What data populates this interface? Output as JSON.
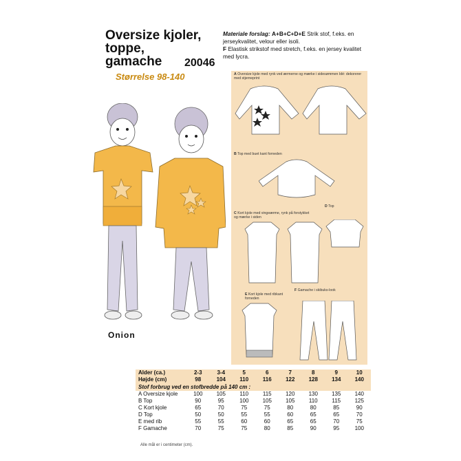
{
  "title_lines": [
    "Oversize kjoler,",
    "toppe,",
    "gamache"
  ],
  "pattern_number": "20046",
  "size_range": "Størrelse 98-140",
  "brand": "Onion",
  "materials": {
    "heading": "Materiale forslag:",
    "line1_codes": "A+B+C+D+E",
    "line1_text": "Strik stof, f.eks. en jerseykvalitet, velour eller isoli.",
    "line2_code": "F",
    "line2_text": "Elastisk strikstof med stretch, f.eks. en jersey kvalitet med lycra."
  },
  "garments": {
    "a_code": "A",
    "a_text": "Oversize kjole med rynk ved ærmerne og mærke i sidesømmen Idé: dekorerer med stjerneprint",
    "b_code": "B",
    "b_text": "Top med buet kant forneden",
    "c_code": "C",
    "c_text": "Kort kjole med vingeærme, rynk på forstykket og mærke i siden",
    "d_code": "D",
    "d_text": "Top",
    "e_code": "E",
    "e_text": "Kort kjole med ribkant forneden",
    "f_code": "F",
    "f_text": "Gamache i skibuks-look"
  },
  "table": {
    "age_label": "Alder (ca.)",
    "ages": [
      "2-3",
      "3-4",
      "5",
      "6",
      "7",
      "8",
      "9",
      "10"
    ],
    "height_label": "Højde (cm)",
    "heights": [
      "98",
      "104",
      "110",
      "116",
      "122",
      "128",
      "134",
      "140"
    ],
    "fabric_heading": "Stof forbrug ved en stofbredde på 140 cm :",
    "rows": [
      {
        "label": "A Oversize kjole",
        "values": [
          "100",
          "105",
          "110",
          "115",
          "120",
          "130",
          "135",
          "140"
        ]
      },
      {
        "label": "B Top",
        "values": [
          "90",
          "95",
          "100",
          "105",
          "105",
          "110",
          "115",
          "125"
        ]
      },
      {
        "label": "C Kort kjole",
        "values": [
          "65",
          "70",
          "75",
          "75",
          "80",
          "80",
          "85",
          "90"
        ]
      },
      {
        "label": "D Top",
        "values": [
          "50",
          "50",
          "55",
          "55",
          "60",
          "65",
          "65",
          "70"
        ]
      },
      {
        "label": "E med rib",
        "values": [
          "55",
          "55",
          "60",
          "60",
          "65",
          "65",
          "70",
          "75"
        ]
      },
      {
        "label": "F Gamache",
        "values": [
          "70",
          "75",
          "75",
          "80",
          "85",
          "90",
          "95",
          "100"
        ]
      }
    ]
  },
  "footer_note": "Alle mål er i centimeter (cm)."
}
